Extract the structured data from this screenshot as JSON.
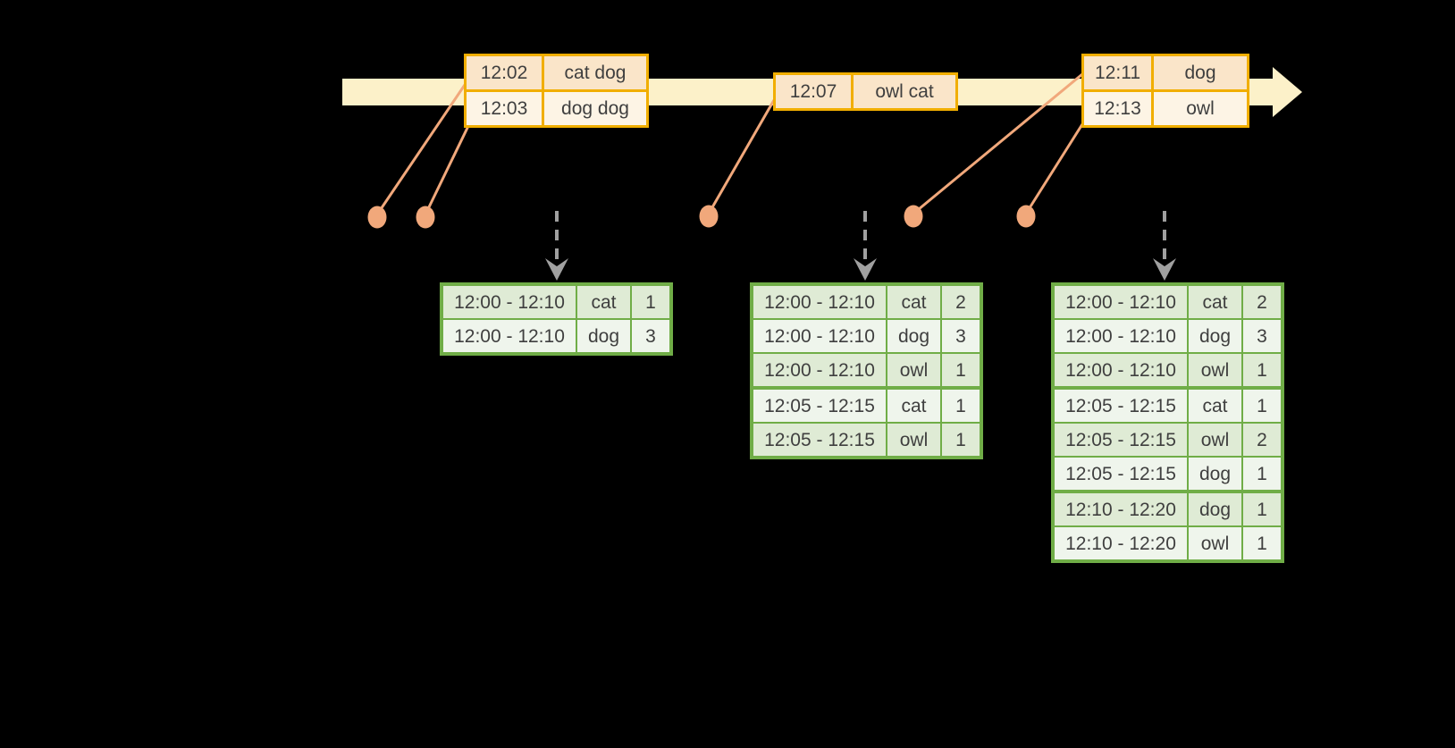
{
  "colors": {
    "background": "#000000",
    "timeline_band": "#FCF1C9",
    "event_border": "#F1AE00",
    "event_row_dark": "#FAE5C9",
    "event_row_light": "#FDF4E5",
    "connector": "#F1A87B",
    "trigger_arrow": "#A0A0A0",
    "result_border": "#70AD47",
    "result_row_dark": "#DFEBD5",
    "result_row_light": "#EFF5EC",
    "text": "#3F3F3F"
  },
  "timeline": {
    "event_tables": [
      {
        "rows": [
          {
            "time": "12:02",
            "words": "cat dog"
          },
          {
            "time": "12:03",
            "words": "dog dog"
          }
        ]
      },
      {
        "rows": [
          {
            "time": "12:07",
            "words": "owl cat"
          }
        ]
      },
      {
        "rows": [
          {
            "time": "12:11",
            "words": "dog"
          },
          {
            "time": "12:13",
            "words": "owl"
          }
        ]
      }
    ]
  },
  "result_tables": [
    {
      "rows": [
        {
          "window": "12:00 - 12:10",
          "word": "cat",
          "count": "1"
        },
        {
          "window": "12:00 - 12:10",
          "word": "dog",
          "count": "3"
        }
      ]
    },
    {
      "rows": [
        {
          "window": "12:00 - 12:10",
          "word": "cat",
          "count": "2"
        },
        {
          "window": "12:00 - 12:10",
          "word": "dog",
          "count": "3"
        },
        {
          "window": "12:00 - 12:10",
          "word": "owl",
          "count": "1"
        },
        {
          "window": "12:05 - 12:15",
          "word": "cat",
          "count": "1"
        },
        {
          "window": "12:05 - 12:15",
          "word": "owl",
          "count": "1"
        }
      ]
    },
    {
      "rows": [
        {
          "window": "12:00 - 12:10",
          "word": "cat",
          "count": "2"
        },
        {
          "window": "12:00 - 12:10",
          "word": "dog",
          "count": "3"
        },
        {
          "window": "12:00 - 12:10",
          "word": "owl",
          "count": "1"
        },
        {
          "window": "12:05 - 12:15",
          "word": "cat",
          "count": "1"
        },
        {
          "window": "12:05 - 12:15",
          "word": "owl",
          "count": "2"
        },
        {
          "window": "12:05 - 12:15",
          "word": "dog",
          "count": "1"
        },
        {
          "window": "12:10 - 12:20",
          "word": "dog",
          "count": "1"
        },
        {
          "window": "12:10 - 12:20",
          "word": "owl",
          "count": "1"
        }
      ]
    }
  ]
}
